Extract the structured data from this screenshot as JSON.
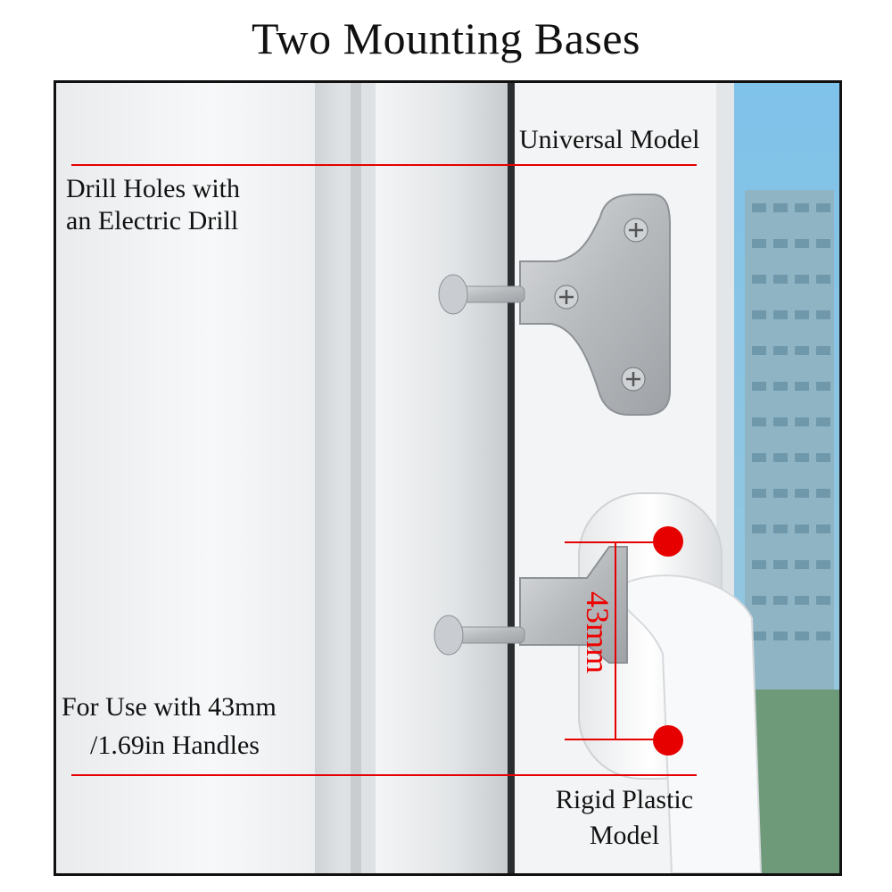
{
  "title": "Two Mounting Bases",
  "labels": {
    "universal_model": "Universal Model",
    "drill_holes_line1": "Drill Holes with",
    "drill_holes_line2": "an Electric Drill",
    "use_with_line1": "For Use with 43mm",
    "use_with_line2": "/1.69in Handles",
    "rigid_plastic_line1": "Rigid Plastic",
    "rigid_plastic_line2": "Model",
    "dimension": "43mm"
  },
  "colors": {
    "accent_red": "#e60000",
    "steel": "#b9bcbf",
    "window_white": "#f1f2f3",
    "sky": "#8cc6e8"
  }
}
